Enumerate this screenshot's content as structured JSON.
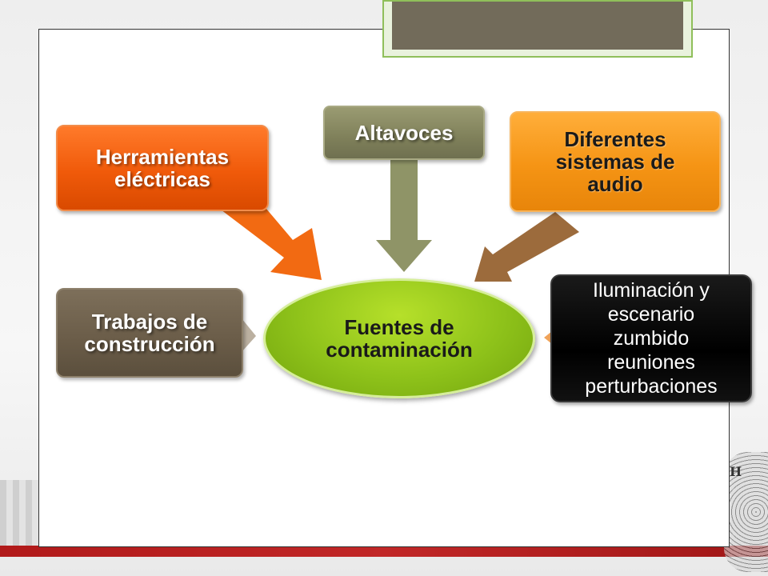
{
  "diagram": {
    "center": {
      "label": "Fuentes de\ncontaminación"
    },
    "sources": [
      {
        "id": "herramientas",
        "label": "Herramientas\neléctricas"
      },
      {
        "id": "altavoces",
        "label": "Altavoces"
      },
      {
        "id": "diferentes",
        "label": "Diferentes\nsistemas de\naudio"
      },
      {
        "id": "trabajos",
        "label": "Trabajos de\nconstrucción"
      },
      {
        "id": "iluminacion",
        "label": "Iluminación y\nescenario\nzumbido\nreuniones\nperturbaciones"
      }
    ]
  },
  "colors": {
    "herramientas": "#f05a0a",
    "altavoces": "#7f805a",
    "diferentes": "#f59414",
    "trabajos": "#6a5c48",
    "center": "#8ec21a",
    "iluminacion": "#000000",
    "accent_band": "#b11a1a",
    "title_box": "#726b5a"
  }
}
